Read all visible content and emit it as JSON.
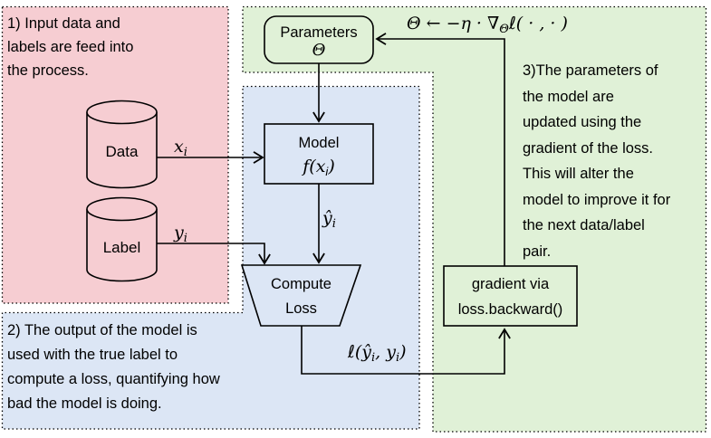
{
  "colors": {
    "pink": "#f6cdd2",
    "blue": "#dce6f5",
    "green": "#e0f1d7",
    "stroke": "#000000"
  },
  "notes": {
    "step1": {
      "lines": [
        "1) Input data and",
        "labels are feed into",
        "the process."
      ]
    },
    "step2": {
      "lines": [
        "2) The output of the model is",
        "used with the true label to",
        "compute a loss, quantifying how",
        "bad the model is doing."
      ]
    },
    "step3": {
      "lines": [
        "3)The parameters of",
        "the model are",
        "updated using the",
        "gradient of the loss.",
        "This will alter the",
        "model to improve it for",
        "the next data/label",
        "pair."
      ]
    }
  },
  "nodes": {
    "data": {
      "label": "Data"
    },
    "label_store": {
      "label": "Label"
    },
    "model": {
      "title": "Model",
      "f_pre": "f(x",
      "f_sub": "i",
      "f_post": ")"
    },
    "parameters": {
      "title": "Parameters",
      "symbol": "Θ"
    },
    "compute_loss": {
      "line1": "Compute",
      "line2": "Loss"
    },
    "gradient": {
      "line1": "gradient via",
      "line2": "loss.backward()"
    }
  },
  "labels": {
    "xi": {
      "base": "x",
      "sub": "i"
    },
    "yi": {
      "base": "y",
      "sub": "i"
    },
    "yhat": {
      "base": "ŷ",
      "sub": "i"
    },
    "loss": {
      "p1": "ℓ(ŷ",
      "s1": "i",
      "p2": ", y",
      "s2": "i",
      "p3": ")"
    },
    "update": {
      "p1": "Θ ← −η · ∇",
      "s1": "Θ",
      "p2": "ℓ( · , · )"
    }
  }
}
